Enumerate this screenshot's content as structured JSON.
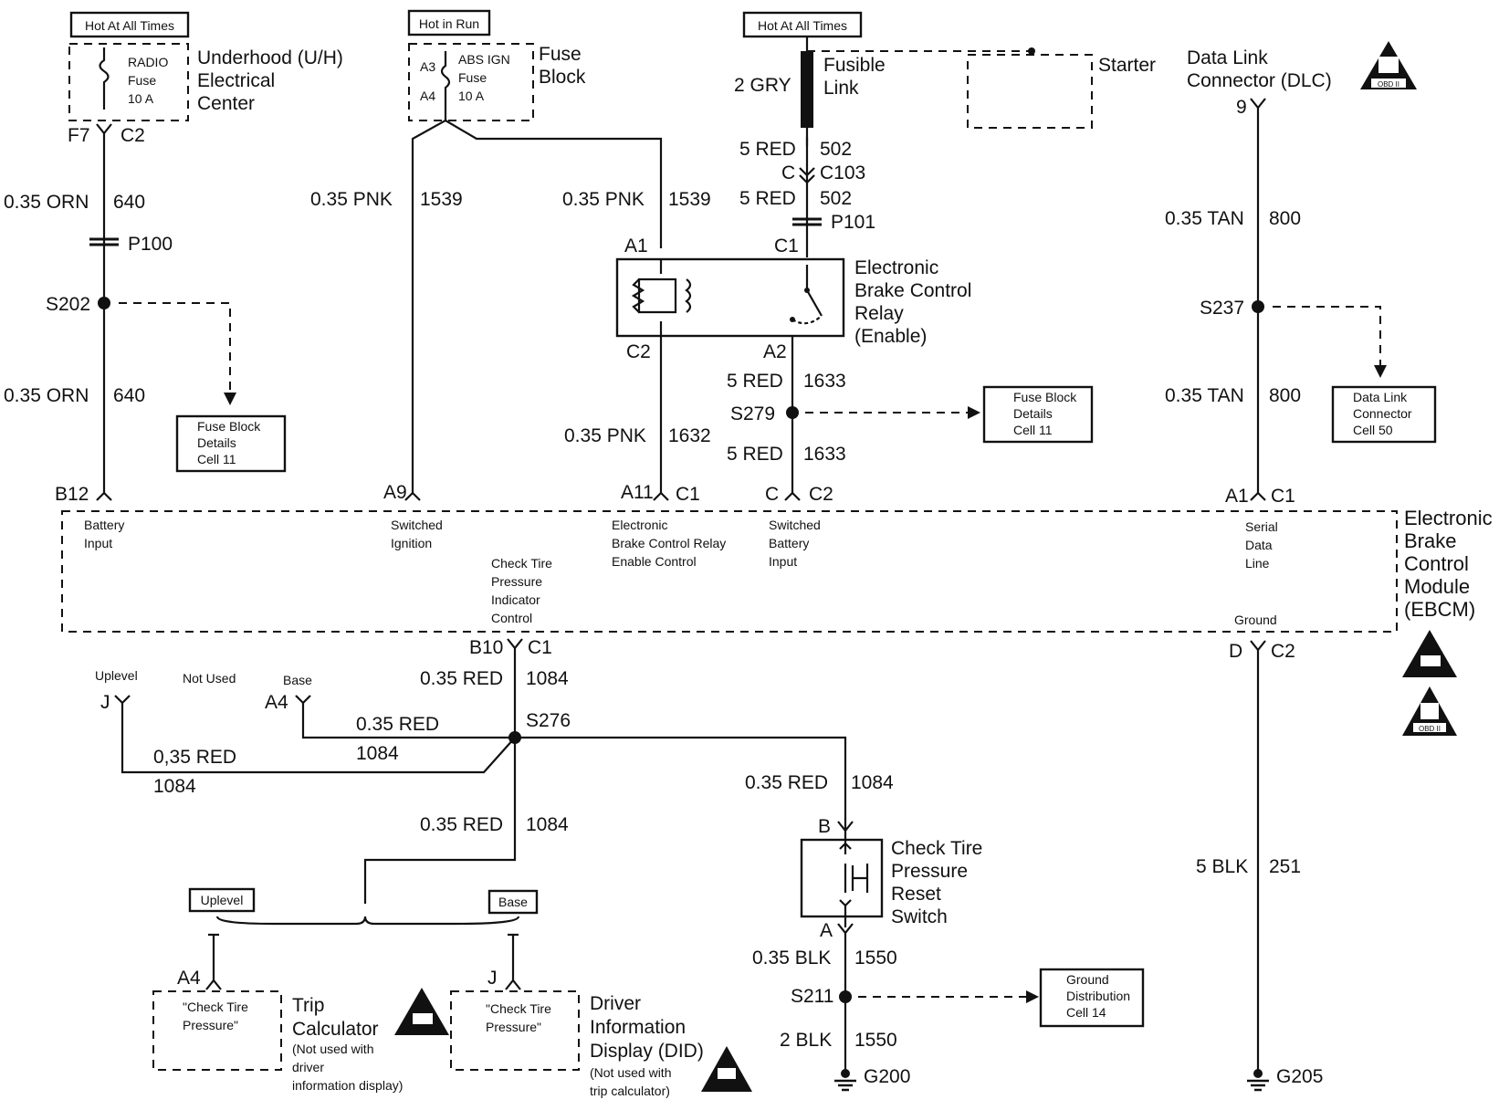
{
  "headers": {
    "hot_all_1": "Hot At All Times",
    "hot_run": "Hot in Run",
    "hot_all_2": "Hot At All Times"
  },
  "underhood": {
    "title": [
      "Underhood (U/H)",
      "Electrical",
      "Center"
    ],
    "fuse": [
      "RADIO",
      "Fuse",
      "10 A"
    ],
    "pin_left": "F7",
    "pin_right": "C2"
  },
  "fuse_block": {
    "title": [
      "Fuse",
      "Block"
    ],
    "fuse": [
      "ABS IGN",
      "Fuse",
      "10 A"
    ],
    "a3": "A3",
    "a4": "A4"
  },
  "fusible": {
    "title": [
      "Fusible",
      "Link"
    ],
    "wire": "2 GRY",
    "starter": "Starter"
  },
  "dlc": {
    "title": [
      "Data Link",
      "Connector (DLC)"
    ],
    "pin": "9"
  },
  "wires": {
    "w640a_size": "0.35 ORN",
    "w640a_num": "640",
    "p100": "P100",
    "s202": "S202",
    "w640b_size": "0.35 ORN",
    "w640b_num": "640",
    "w1539a_size": "0.35 PNK",
    "w1539a_num": "1539",
    "w1539b_size": "0.35 PNK",
    "w1539b_num": "1539",
    "w502a_size": "5 RED",
    "w502a_num": "502",
    "c103_left": "C",
    "c103_right": "C103",
    "w502b_size": "5 RED",
    "w502b_num": "502",
    "p101": "P101",
    "w800a_size": "0.35 TAN",
    "w800a_num": "800",
    "s237": "S237",
    "w800b_size": "0.35 TAN",
    "w800b_num": "800",
    "w1632_size": "0.35 PNK",
    "w1632_num": "1632",
    "w1633a_size": "5 RED",
    "w1633a_num": "1633",
    "s279": "S279",
    "w1633b_size": "5 RED",
    "w1633b_num": "1633"
  },
  "relay": {
    "title": [
      "Electronic",
      "Brake Control",
      "Relay",
      "(Enable)"
    ],
    "a1": "A1",
    "c1": "C1",
    "c2": "C2",
    "a2": "A2"
  },
  "refs": {
    "fb1": [
      "Fuse Block",
      "Details",
      "Cell 11"
    ],
    "fb2": [
      "Fuse Block",
      "Details",
      "Cell 11"
    ],
    "dlc": [
      "Data Link",
      "Connector",
      "Cell 50"
    ],
    "gnd": [
      "Ground",
      "Distribution",
      "Cell 14"
    ]
  },
  "ebcm": {
    "title": [
      "Electronic",
      "Brake",
      "Control",
      "Module",
      "(EBCM)"
    ],
    "pins": {
      "b12": "B12",
      "a9": "A9",
      "a11": "A11",
      "a11_c": "C1",
      "c": "C",
      "c_c": "C2",
      "a1": "A1",
      "a1_c": "C1",
      "b10": "B10",
      "b10_c": "C1",
      "d": "D",
      "d_c": "C2"
    },
    "labels": {
      "battery": [
        "Battery",
        "Input"
      ],
      "ign": [
        "Switched",
        "Ignition"
      ],
      "relay": [
        "Electronic",
        "Brake Control Relay",
        "Enable Control"
      ],
      "swbatt": [
        "Switched",
        "Battery",
        "Input"
      ],
      "serial": [
        "Serial",
        "Data",
        "Line"
      ],
      "tire": [
        "Check Tire",
        "Pressure",
        "Indicator",
        "Control"
      ],
      "ground": "Ground"
    }
  },
  "lower": {
    "uplevel": "Uplevel",
    "not_used": "Not Used",
    "base": "Base",
    "j": "J",
    "a4": "A4",
    "w1084a_size": "0.35 RED",
    "w1084a_num": "1084",
    "s276": "S276",
    "w1084b_size": "0.35 RED",
    "w1084b_num": "1084",
    "w1084c_size": "0,35 RED",
    "w1084c_num": "1084",
    "w1084d_size": "0.35 RED",
    "w1084d_num": "1084",
    "w1084e_size": "0.35 RED",
    "w1084e_num": "1084",
    "uplevel_box": "Uplevel",
    "base_box": "Base",
    "trip_pin": "A4",
    "did_pin": "J",
    "trip_msg": [
      "\"Check Tire",
      "Pressure\""
    ],
    "did_msg": [
      "\"Check Tire",
      "Pressure\""
    ],
    "trip_title": [
      "Trip",
      "Calculator"
    ],
    "trip_note": [
      "(Not used with",
      "driver",
      "information display)"
    ],
    "did_title": [
      "Driver",
      "Information",
      "Display (DID)"
    ],
    "did_note": [
      "(Not used with",
      "trip calculator)"
    ]
  },
  "reset_switch": {
    "title": [
      "Check Tire",
      "Pressure",
      "Reset",
      "Switch"
    ],
    "b": "B",
    "a": "A",
    "w1550a_size": "0.35 BLK",
    "w1550a_num": "1550",
    "s211": "S211",
    "w1550b_size": "2 BLK",
    "w1550b_num": "1550",
    "g200": "G200"
  },
  "ground_right": {
    "w251_size": "5 BLK",
    "w251_num": "251",
    "g205": "G205"
  },
  "badges": {
    "obd": "OBD II"
  }
}
